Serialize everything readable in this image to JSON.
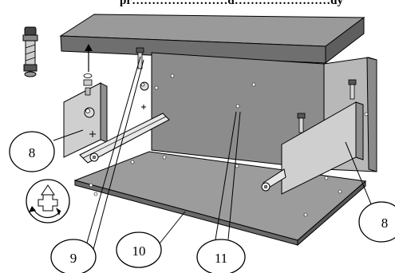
{
  "header_fragment": "pr……………………d……………………dy",
  "callouts": {
    "left_panel": "8",
    "right_panel": "8",
    "cam_bolt": "9",
    "bottom_board": "10",
    "back_panel": "11"
  },
  "colors": {
    "panel_top": "#9a9a9a",
    "panel_front": "#cfcfcf",
    "panel_dark": "#7d7d7d",
    "outline": "#000000",
    "background": "#ffffff"
  },
  "icons": [
    "cam-bolt-icon",
    "rotation-symbol-icon",
    "arrow-up-icon",
    "drawer-runner-icon",
    "cross-mark-icon"
  ]
}
